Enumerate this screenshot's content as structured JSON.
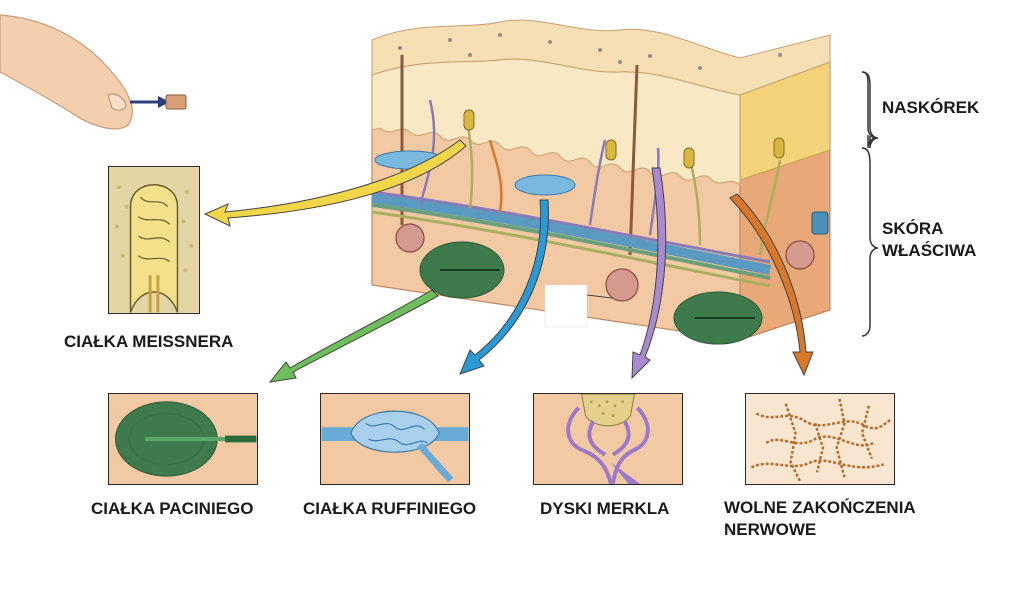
{
  "labels": {
    "naskorek": "NASKÓREK",
    "skora_line1": "SKÓRA",
    "skora_line2": "WŁAŚCIWA",
    "meissner": "CIAŁKA MEISSNERA",
    "pacini": "CIAŁKA PACINIEGO",
    "ruffini": "CIAŁKA RUFFINIEGO",
    "merkel": "DYSKI MERKLA",
    "free_line1": "WOLNE ZAKOŃCZENIA",
    "free_line2": "NERWOWE"
  },
  "colors": {
    "meissner_arrow": "#f2d64a",
    "pacini_arrow": "#6cbf5a",
    "ruffini_arrow": "#2a9ad6",
    "merkel_arrow": "#a98ad0",
    "free_arrow": "#d9782a",
    "skin": "#f3c9a4",
    "epidermis": "#f6dfb5",
    "pacini_green": "#3e7a4c"
  }
}
